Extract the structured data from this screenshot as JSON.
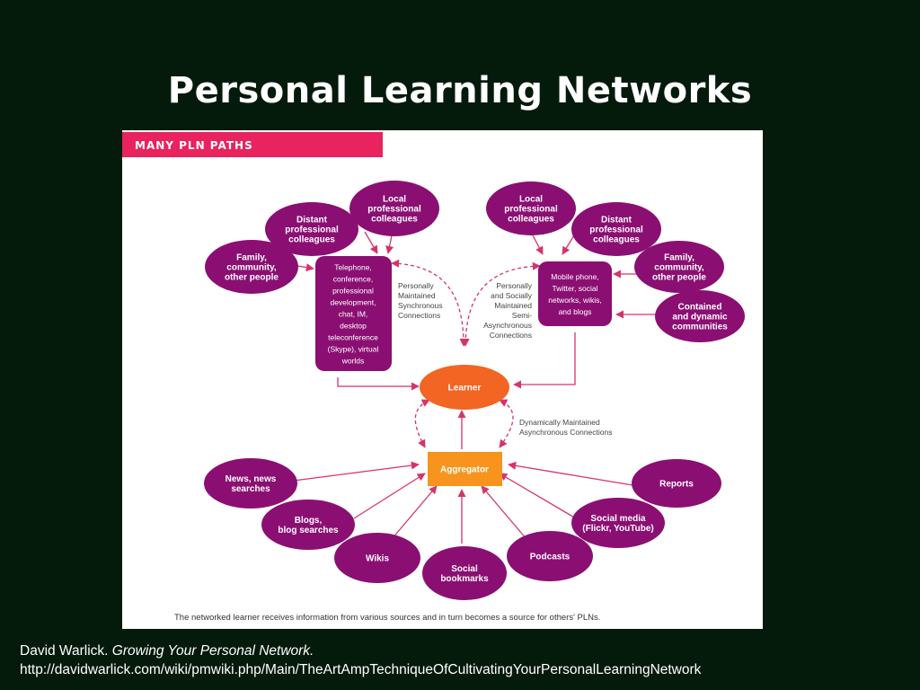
{
  "title": "Personal Learning Networks",
  "diagram": {
    "banner": "MANY PLN PATHS",
    "colors": {
      "purple": "#8b0f72",
      "orange": "#f26522",
      "aggregator": "#f7941d",
      "banner": "#e8235e",
      "arrow": "#d6336c"
    },
    "left_nodes": [
      {
        "lines": [
          "Local",
          "professional",
          "colleagues"
        ]
      },
      {
        "lines": [
          "Distant",
          "professional",
          "colleagues"
        ]
      },
      {
        "lines": [
          "Family,",
          "community,",
          "other people"
        ]
      }
    ],
    "right_nodes": [
      {
        "lines": [
          "Local",
          "professional",
          "colleagues"
        ]
      },
      {
        "lines": [
          "Distant",
          "professional",
          "colleagues"
        ]
      },
      {
        "lines": [
          "Family,",
          "community,",
          "other people"
        ]
      },
      {
        "lines": [
          "Contained",
          "and dynamic",
          "communities"
        ]
      }
    ],
    "left_box": {
      "lines": [
        "Telephone,",
        "conference,",
        "professional",
        "development,",
        "chat, IM,",
        "desktop",
        "teleconference",
        "(Skype), virtual",
        "worlds"
      ]
    },
    "right_box": {
      "lines": [
        "Mobile phone,",
        "Twitter, social",
        "networks, wikis,",
        "and blogs"
      ]
    },
    "sync_label": {
      "lines": [
        "Personally",
        "Maintained",
        "Synchronous",
        "Connections"
      ]
    },
    "semi_label": {
      "lines": [
        "Personally",
        "and Socially",
        "Maintained",
        "Semi-",
        "Asynchronous",
        "Connections"
      ]
    },
    "learner": "Learner",
    "dynamic_label": {
      "lines": [
        "Dynamically Maintained",
        "Asynchronous Connections"
      ]
    },
    "aggregator": "Aggregator",
    "sources": [
      {
        "lines": [
          "News, news",
          "searches"
        ]
      },
      {
        "lines": [
          "Blogs,",
          "blog searches"
        ]
      },
      {
        "lines": [
          "Wikis"
        ]
      },
      {
        "lines": [
          "Social",
          "bookmarks"
        ]
      },
      {
        "lines": [
          "Podcasts"
        ]
      },
      {
        "lines": [
          "Social media",
          "(Flickr, YouTube)"
        ]
      },
      {
        "lines": [
          "Reports"
        ]
      }
    ],
    "caption": "The networked learner receives information from various sources and in turn becomes a source for others' PLNs."
  },
  "citation": {
    "author": "David Warlick. ",
    "book": "Growing Your Personal Network.",
    "url": "http://davidwarlick.com/wiki/pmwiki.php/Main/TheArtAmpTechniqueOfCultivatingYourPersonalLearningNetwork"
  }
}
